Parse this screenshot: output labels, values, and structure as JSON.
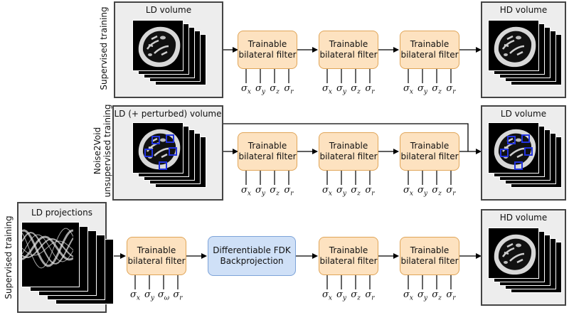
{
  "rows": [
    {
      "label": "Supervised training",
      "input_title": "LD volume",
      "output_title": "HD volume",
      "filters": [
        "Trainable\nbilateral filter",
        "Trainable\nbilateral filter",
        "Trainable\nbilateral filter"
      ],
      "params": [
        [
          "σ",
          "x"
        ],
        [
          "σ",
          "y"
        ],
        [
          "σ",
          "z"
        ],
        [
          "σ",
          "r"
        ]
      ]
    },
    {
      "label": "Noise2Void\nunsupervised training",
      "input_title": "LD (+ perturbed) volume",
      "output_title": "LD volume",
      "filters": [
        "Trainable\nbilateral filter",
        "Trainable\nbilateral filter",
        "Trainable\nbilateral filter"
      ],
      "params": [
        [
          "σ",
          "x"
        ],
        [
          "σ",
          "y"
        ],
        [
          "σ",
          "z"
        ],
        [
          "σ",
          "r"
        ]
      ]
    },
    {
      "label": "Supervised training",
      "input_title": "LD projections",
      "output_title": "HD volume",
      "first_filter": "Trainable\nbilateral filter",
      "first_params": [
        [
          "σ",
          "x"
        ],
        [
          "σ",
          "y"
        ],
        [
          "σ",
          "ω"
        ],
        [
          "σ",
          "r"
        ]
      ],
      "backprojection": "Differentiable FDK\nBackprojection",
      "filters": [
        "Trainable\nbilateral filter",
        "Trainable\nbilateral filter"
      ],
      "params": [
        [
          "σ",
          "x"
        ],
        [
          "σ",
          "y"
        ],
        [
          "σ",
          "z"
        ],
        [
          "σ",
          "r"
        ]
      ]
    }
  ],
  "colors": {
    "filter_fill": "#fde2c0",
    "filter_border": "#e0a558",
    "backprojection_fill": "#cfe0f7",
    "backprojection_border": "#7da3d8",
    "mask_marker": "#2233dd"
  }
}
